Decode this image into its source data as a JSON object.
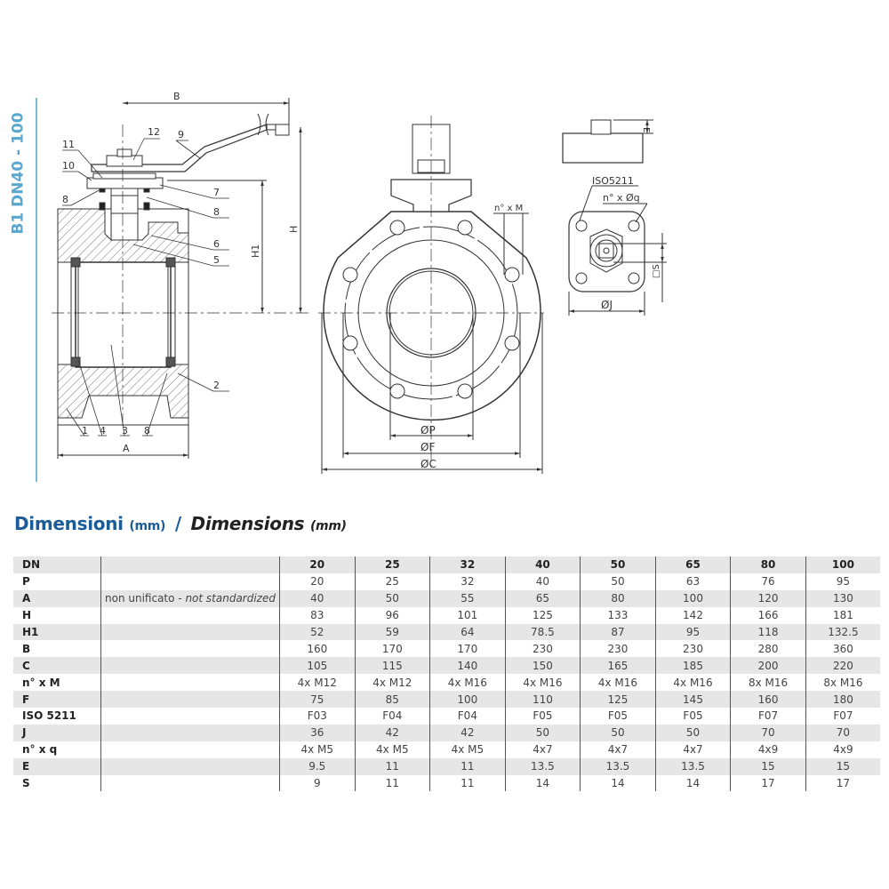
{
  "side_title": "B1 DN40 - 100",
  "drawing": {
    "section_view": {
      "dimension_labels": {
        "B": "B",
        "H": "H",
        "H1": "H1",
        "A": "A"
      },
      "part_callouts": [
        "12",
        "9",
        "11",
        "10",
        "8",
        "7",
        "8",
        "6",
        "5",
        "2",
        "1",
        "4",
        "3",
        "8"
      ]
    },
    "front_view": {
      "dimension_labels": {
        "P": "ØP",
        "F": "ØF",
        "C": "ØC",
        "bolts": "n° x M"
      }
    },
    "top_view": {
      "dimension_labels": {
        "E": "E",
        "iso": "ISO5211",
        "holes": "n° x Øq",
        "S": "□S",
        "J": "ØJ"
      }
    }
  },
  "section": {
    "title_it": "Dimensioni",
    "unit_it": "(mm)",
    "separator": "/",
    "title_en": "Dimensions",
    "unit_en": "(mm)"
  },
  "table": {
    "header": {
      "label": "DN",
      "note": "",
      "values": [
        "20",
        "25",
        "32",
        "40",
        "50",
        "65",
        "80",
        "100"
      ]
    },
    "rows": [
      {
        "label": "P",
        "note_it": "",
        "note_en": "",
        "values": [
          "20",
          "25",
          "32",
          "40",
          "50",
          "63",
          "76",
          "95"
        ]
      },
      {
        "label": "A",
        "note_it": "non unificato - ",
        "note_en": "not standardized",
        "values": [
          "40",
          "50",
          "55",
          "65",
          "80",
          "100",
          "120",
          "130"
        ]
      },
      {
        "label": "H",
        "note_it": "",
        "note_en": "",
        "values": [
          "83",
          "96",
          "101",
          "125",
          "133",
          "142",
          "166",
          "181"
        ]
      },
      {
        "label": "H1",
        "note_it": "",
        "note_en": "",
        "values": [
          "52",
          "59",
          "64",
          "78.5",
          "87",
          "95",
          "118",
          "132.5"
        ]
      },
      {
        "label": "B",
        "note_it": "",
        "note_en": "",
        "values": [
          "160",
          "170",
          "170",
          "230",
          "230",
          "230",
          "280",
          "360"
        ]
      },
      {
        "label": "C",
        "note_it": "",
        "note_en": "",
        "values": [
          "105",
          "115",
          "140",
          "150",
          "165",
          "185",
          "200",
          "220"
        ]
      },
      {
        "label": "n° x M",
        "note_it": "",
        "note_en": "",
        "values": [
          "4x M12",
          "4x M12",
          "4x M16",
          "4x M16",
          "4x M16",
          "4x M16",
          "8x M16",
          "8x M16"
        ]
      },
      {
        "label": "F",
        "note_it": "",
        "note_en": "",
        "values": [
          "75",
          "85",
          "100",
          "110",
          "125",
          "145",
          "160",
          "180"
        ]
      },
      {
        "label": "ISO 5211",
        "note_it": "",
        "note_en": "",
        "values": [
          "F03",
          "F04",
          "F04",
          "F05",
          "F05",
          "F05",
          "F07",
          "F07"
        ]
      },
      {
        "label": "J",
        "note_it": "",
        "note_en": "",
        "values": [
          "36",
          "42",
          "42",
          "50",
          "50",
          "50",
          "70",
          "70"
        ]
      },
      {
        "label": "n° x q",
        "note_it": "",
        "note_en": "",
        "values": [
          "4x M5",
          "4x M5",
          "4x M5",
          "4x7",
          "4x7",
          "4x7",
          "4x9",
          "4x9"
        ]
      },
      {
        "label": "E",
        "note_it": "",
        "note_en": "",
        "values": [
          "9.5",
          "11",
          "11",
          "13.5",
          "13.5",
          "13.5",
          "15",
          "15"
        ]
      },
      {
        "label": "S",
        "note_it": "",
        "note_en": "",
        "values": [
          "9",
          "11",
          "11",
          "14",
          "14",
          "14",
          "17",
          "17"
        ]
      }
    ]
  },
  "colors": {
    "brand_blue": "#1c5c96",
    "side_blue": "#5aa7d0",
    "row_band": "#e6e6e6"
  }
}
